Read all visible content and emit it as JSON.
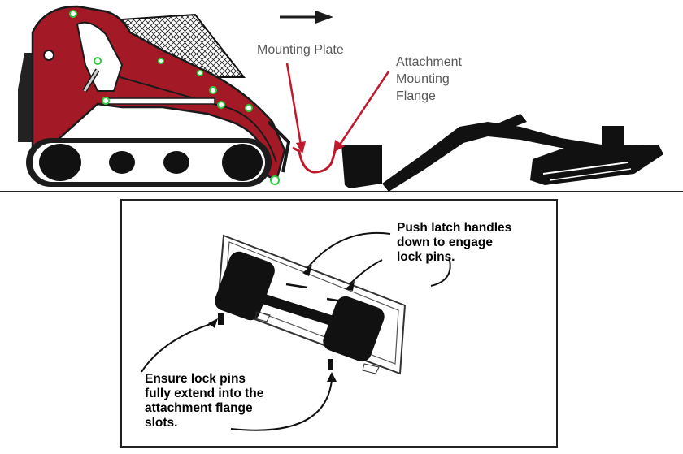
{
  "top_figure": {
    "labels": {
      "mounting_plate": "Mounting Plate",
      "attachment_flange": [
        "Attachment",
        "Mounting",
        "Flange"
      ]
    },
    "colors": {
      "machine_body": "#a31a26",
      "callout_text": "#5a5a5a",
      "callout_arrow": "#c0182a",
      "pivot_dots": "#2ecc40"
    },
    "icons": [
      "direction-arrow-icon"
    ]
  },
  "inset_figure": {
    "notes": {
      "latch": [
        "Push latch handles",
        "down to engage",
        "lock pins."
      ],
      "pins": [
        "Ensure lock pins",
        "fully extend into the",
        "attachment flange",
        "slots."
      ]
    }
  }
}
